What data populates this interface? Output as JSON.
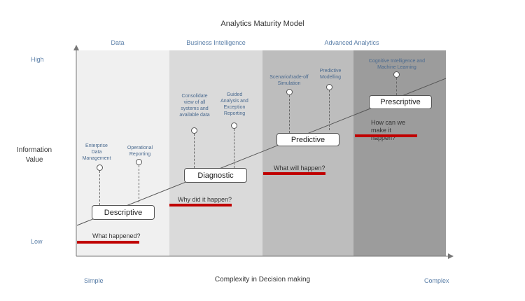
{
  "title": "Analytics Maturity Model",
  "bands": [
    {
      "label": "Data",
      "color": "#f0f0f0"
    },
    {
      "label": "Business Intelligence",
      "color": "#dadada"
    },
    {
      "label": "Advanced Analytics",
      "color": "#bdbdbd"
    },
    {
      "label": "",
      "color": "#9c9c9c"
    }
  ],
  "y_axis": {
    "title": "Information Value",
    "high": "High",
    "low": "Low"
  },
  "x_axis": {
    "title": "Complexity in Decision making",
    "simple": "Simple",
    "complex": "Complex"
  },
  "stages": [
    {
      "name": "Descriptive",
      "question": "What happened?"
    },
    {
      "name": "Diagnostic",
      "question": "Why did it happen?"
    },
    {
      "name": "Predictive",
      "question": "What will happen?"
    },
    {
      "name": "Prescriptive",
      "question": "How can we make it happen?"
    }
  ],
  "items": {
    "enterprise": "Enterprise Data Management",
    "operational": "Operational Reporting",
    "consolidate": "Consolidate view of all systems and available data",
    "guided": "Guided Analysis and Exception Reporting",
    "scenario": "Scenario/trade-off Simulation",
    "predictive_modelling": "Predictive Modelling",
    "cognitive": "Cognitive Intelligence and Machine Learning"
  },
  "colors": {
    "accent_red": "#c00000",
    "label_blue": "#5b7fa8"
  }
}
